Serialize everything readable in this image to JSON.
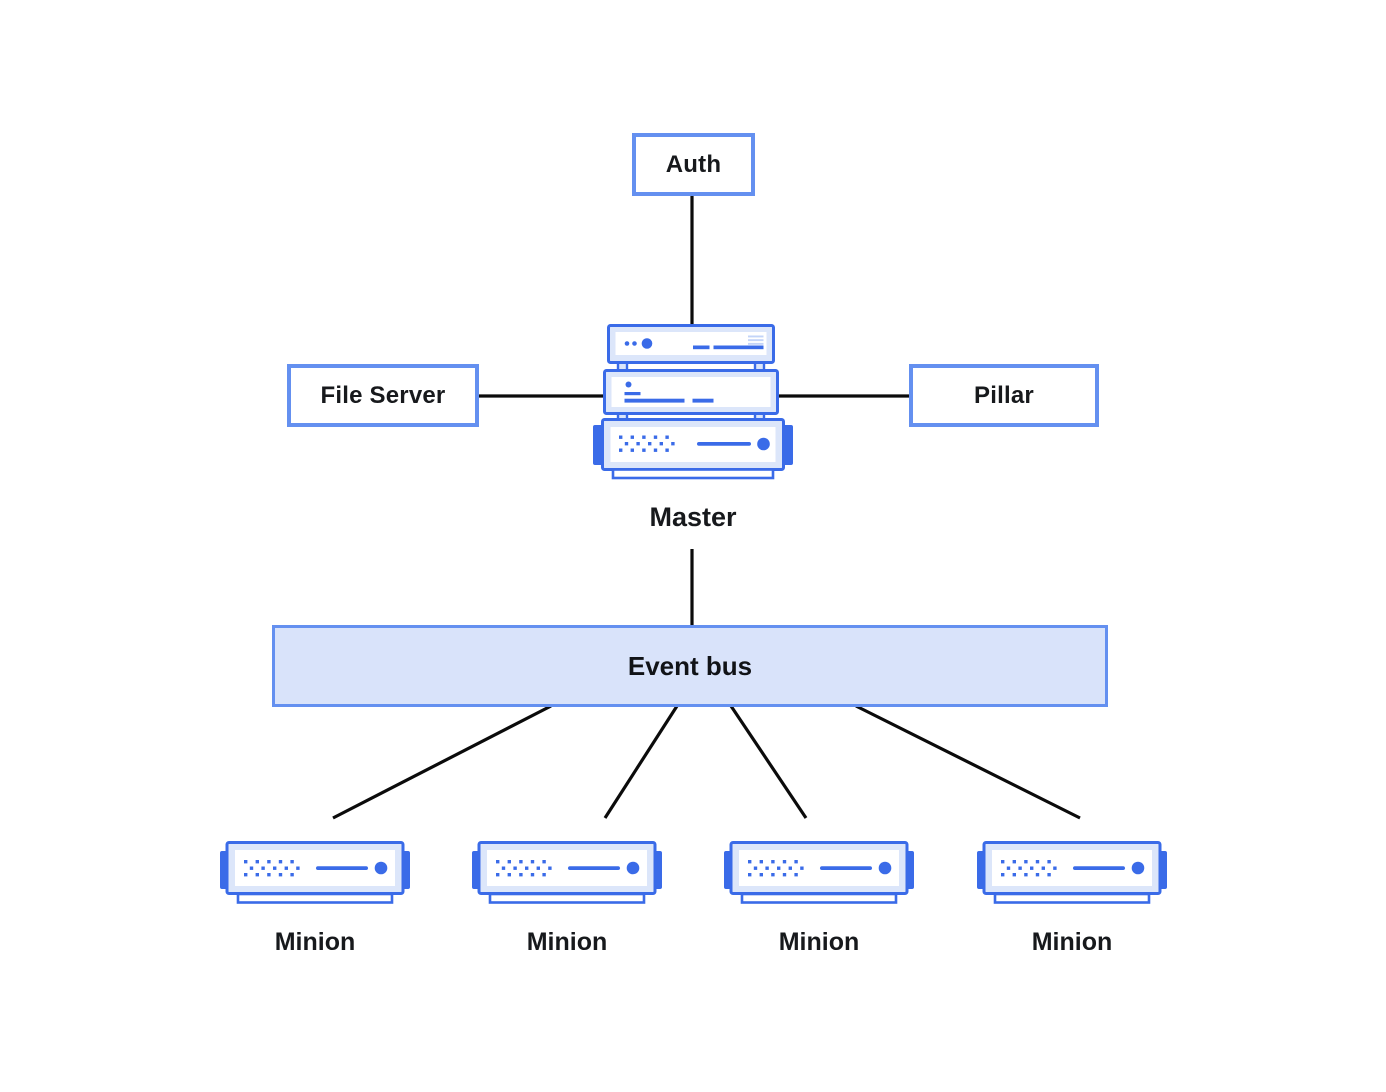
{
  "diagram": {
    "background": "#ffffff",
    "colors": {
      "accent_blue": "#3a6be8",
      "box_border_blue": "#6490f0",
      "icon_fill_light": "#dce6fa",
      "event_bus_fill": "#d9e3fa",
      "vent_line_blue": "#c3d4f8",
      "connector_black": "#0b0b0b",
      "text_dark": "#17191c"
    },
    "icons": {
      "master": "server-stack-icon",
      "minion": "server-unit-icon"
    },
    "nodes": {
      "auth": {
        "label": "Auth",
        "type": "box"
      },
      "file_server": {
        "label": "File Server",
        "type": "box"
      },
      "pillar": {
        "label": "Pillar",
        "type": "box"
      },
      "master": {
        "label": "Master",
        "type": "server-stack-icon"
      },
      "event_bus": {
        "label": "Event bus",
        "type": "bar"
      },
      "minions": [
        {
          "label": "Minion"
        },
        {
          "label": "Minion"
        },
        {
          "label": "Minion"
        },
        {
          "label": "Minion"
        }
      ]
    },
    "edges": [
      {
        "from": "auth",
        "to": "master"
      },
      {
        "from": "file_server",
        "to": "master"
      },
      {
        "from": "master",
        "to": "pillar"
      },
      {
        "from": "master",
        "to": "event_bus"
      },
      {
        "from": "event_bus",
        "to": "minion-1"
      },
      {
        "from": "event_bus",
        "to": "minion-2"
      },
      {
        "from": "event_bus",
        "to": "minion-3"
      },
      {
        "from": "event_bus",
        "to": "minion-4"
      }
    ]
  }
}
